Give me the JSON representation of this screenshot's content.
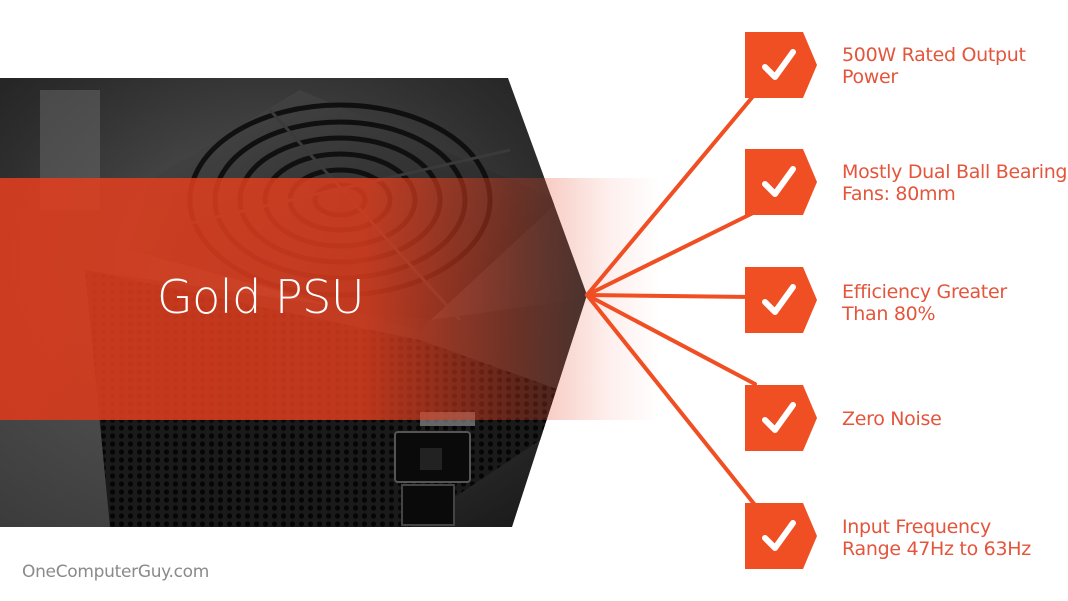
{
  "title": "Gold PSU",
  "accent_color": "#f04e23",
  "text_color": "#e4553c",
  "image": {
    "subject": "power-supply-unit-photo",
    "style": "grayscale hexagon crop with red overlay band"
  },
  "features": [
    {
      "icon": "checkmark-icon",
      "line1": "500W Rated Output",
      "line2": "Power"
    },
    {
      "icon": "checkmark-icon",
      "line1": "Mostly Dual Ball Bearing",
      "line2": "Fans: 80mm"
    },
    {
      "icon": "checkmark-icon",
      "line1": "Efficiency Greater",
      "line2": "Than 80%"
    },
    {
      "icon": "checkmark-icon",
      "line1": "Zero Noise",
      "line2": ""
    },
    {
      "icon": "checkmark-icon",
      "line1": "Input Frequency",
      "line2": "Range 47Hz to 63Hz"
    }
  ],
  "footer": {
    "watermark": "OneComputerGuy.com"
  }
}
